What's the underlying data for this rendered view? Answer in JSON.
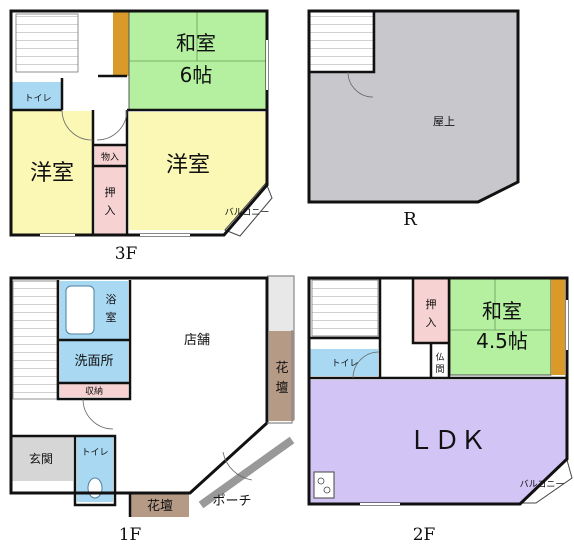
{
  "floors": {
    "f3": {
      "label": "3F",
      "rooms": {
        "washitsu": "和室",
        "washitsu_size": "6帖",
        "toilet": "トイレ",
        "western_left": "洋室",
        "western_right": "洋室",
        "storage": "物入",
        "closet_top": "押",
        "closet_bottom": "入",
        "balcony": "バルコニー"
      }
    },
    "fr": {
      "label": "R",
      "rooms": {
        "rooftop": "屋上"
      }
    },
    "f1": {
      "label": "1F",
      "rooms": {
        "bath_top": "浴",
        "bath_bottom": "室",
        "washroom": "洗面所",
        "storage": "収納",
        "shop": "店舗",
        "flowerbed_right_1": "花",
        "flowerbed_right_2": "壇",
        "entrance": "玄関",
        "toilet": "トイレ",
        "flowerbed_bottom": "花壇",
        "porch": "ポーチ"
      }
    },
    "f2": {
      "label": "2F",
      "rooms": {
        "closet_top": "押",
        "closet_bottom": "入",
        "washitsu": "和室",
        "washitsu_size": "4.5帖",
        "toilet": "トイレ",
        "butsuma_top": "仏",
        "butsuma_bottom": "間",
        "ldk": "ＬＤＫ",
        "balcony": "バルコニー"
      }
    }
  },
  "colors": {
    "wall": "#111111",
    "tatami": "#b4f0a0",
    "western": "#fbf7b5",
    "water": "#a9d8f2",
    "closet": "#f7d2d2",
    "rooftop": "#c8c8cc",
    "ldk": "#d2c4f5",
    "flowerbed": "#b59a86",
    "entrance": "#d6d6d6",
    "tokonoma": "#d99a2a"
  }
}
